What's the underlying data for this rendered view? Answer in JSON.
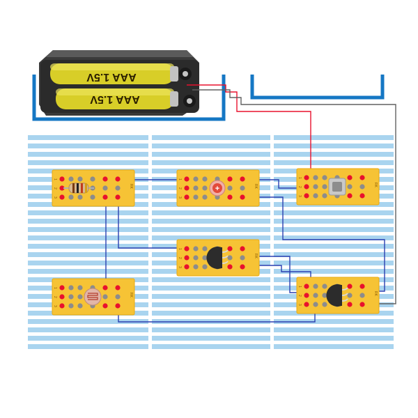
{
  "diagram": {
    "battery": {
      "cell_top_label": "AAA 1.5V",
      "cell_bottom_label": "AAA 1.5V"
    },
    "colors": {
      "strip": "#a9d4ef",
      "tray": "#1577c4",
      "module": "#f6c335",
      "module_edge": "#e8aa14",
      "pin": "#e8112d",
      "hole": "#8c8c8c",
      "wire_red": "#e8112d",
      "wire_blue": "#2a3fb0",
      "wire_gray": "#606060",
      "battery_cell": "#d8ce28",
      "battery_case": "#2b2b2b"
    },
    "modules": [
      {
        "id": "resistor-module",
        "component": "resistor-icon",
        "pins": [
          "1",
          "2",
          "3"
        ],
        "side_label": "RK"
      },
      {
        "id": "led-module",
        "component": "led-icon",
        "pins": [
          "1",
          "2",
          "3"
        ],
        "side_label": "RK"
      },
      {
        "id": "switch-module",
        "component": "push-switch-icon",
        "pins": [
          "1",
          "2",
          "3"
        ],
        "side_label": "RK"
      },
      {
        "id": "transistor-module-1",
        "component": "transistor-icon",
        "pins": [
          "1",
          "2",
          "3"
        ],
        "side_label": "RK"
      },
      {
        "id": "photoresistor-module",
        "component": "photoresistor-icon",
        "pins": [
          "1",
          "2",
          "3"
        ],
        "side_label": "RK"
      },
      {
        "id": "transistor-module-2",
        "component": "transistor-icon",
        "pins": [
          "1",
          "2",
          "3"
        ],
        "side_label": "RK"
      }
    ]
  }
}
